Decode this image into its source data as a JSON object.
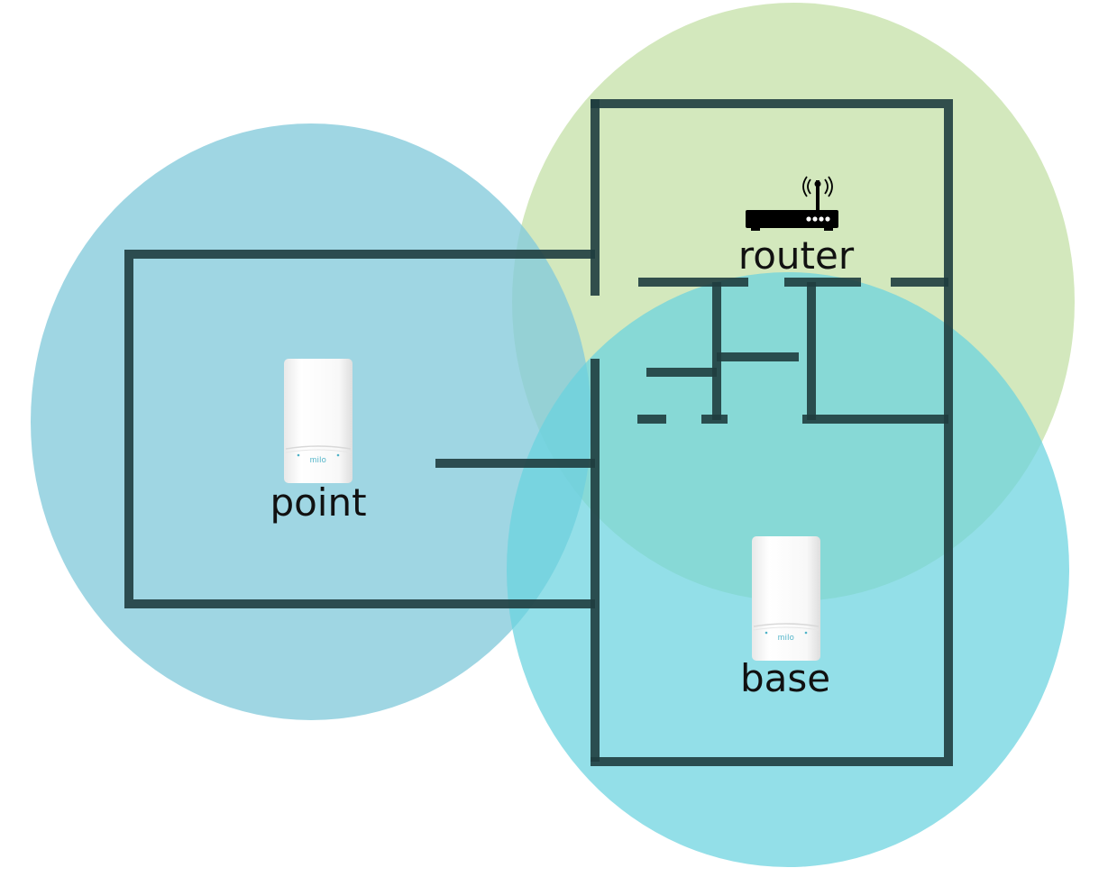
{
  "labels": {
    "router": "router",
    "point": "point",
    "base": "base"
  },
  "devices": {
    "point_brand": "milo",
    "base_brand": "milo"
  },
  "icons": {
    "router": "router-icon",
    "point": "milo-device-icon",
    "base": "milo-device-icon"
  },
  "colors": {
    "router_coverage": "#c6e2aa",
    "point_coverage": "#84cadb",
    "base_coverage": "#6ad2df",
    "walls": "#1f3d3f",
    "device_body": "#f6f6f6",
    "brand_accent": "#4fb3c8"
  }
}
